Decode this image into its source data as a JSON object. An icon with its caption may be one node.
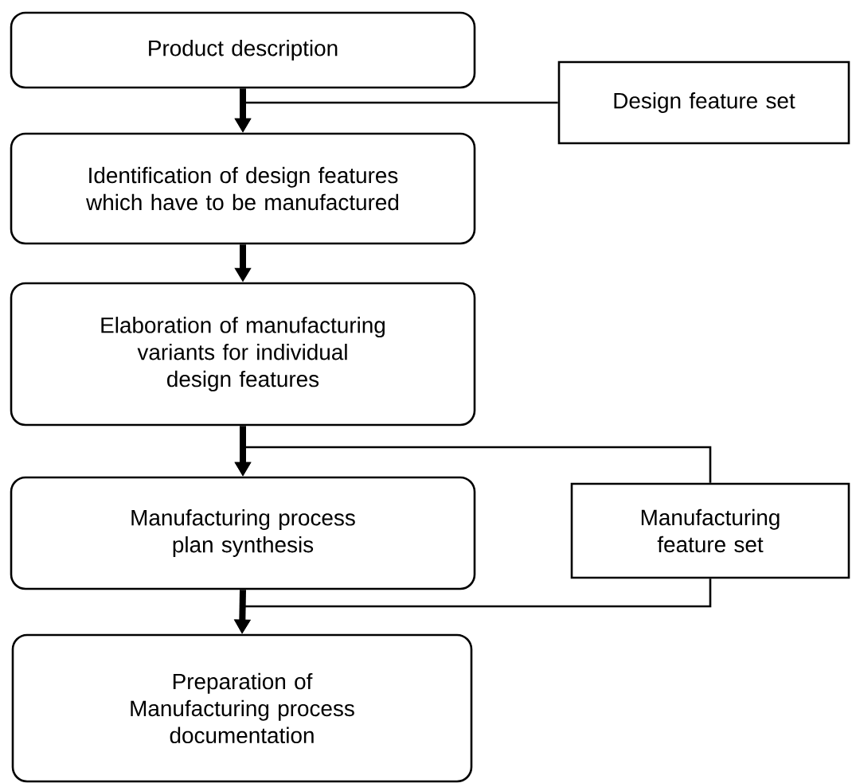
{
  "diagram": {
    "nodes": [
      {
        "text": [
          "Product description"
        ]
      },
      {
        "text": [
          "Design feature set"
        ]
      },
      {
        "text": [
          "Identification of design features which have to be manufactured"
        ]
      },
      {
        "text": [
          "Elaboration of manufacturing variants for individual design features"
        ]
      },
      {
        "text": [
          "Manufacturing process plan synthesis"
        ]
      },
      {
        "text": [
          "Manufacturing feature set"
        ]
      },
      {
        "text": [
          "Preparation of Manufacturing process documentation"
        ]
      }
    ],
    "edges": [
      {
        "from": 0,
        "to": 2,
        "arrow": "to"
      },
      {
        "from": 1,
        "to": 2,
        "arrow": "to"
      },
      {
        "from": 2,
        "to": 3,
        "arrow": "to"
      },
      {
        "from": 3,
        "to": 4,
        "arrow": "to"
      },
      {
        "from": 5,
        "to": 4,
        "arrow": "to"
      },
      {
        "from": 4,
        "to": 6,
        "arrow": "to"
      },
      {
        "from": 5,
        "to": 6,
        "arrow": "to"
      }
    ]
  }
}
